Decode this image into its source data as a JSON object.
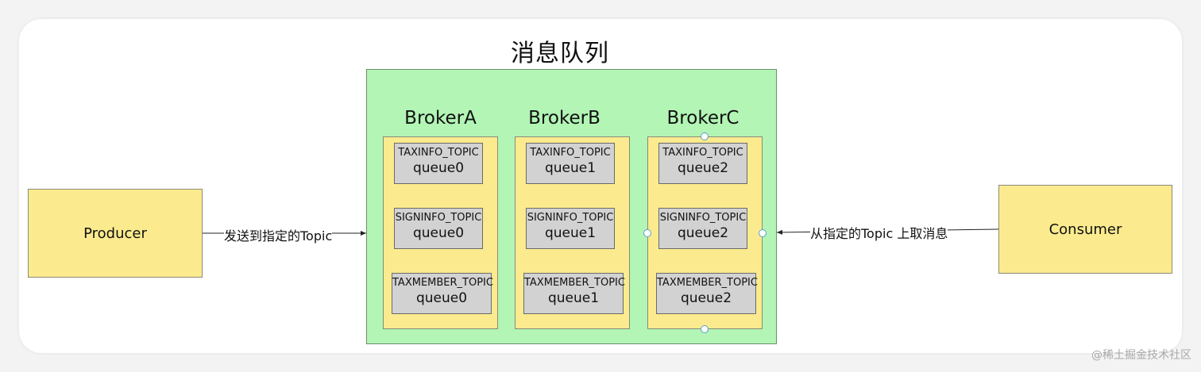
{
  "title": "消息队列",
  "producer": {
    "label": "Producer"
  },
  "consumer": {
    "label": "Consumer"
  },
  "edges": {
    "send_label": "发送到指定的Topic",
    "fetch_label": "从指定的Topic 上取消息"
  },
  "brokers": [
    {
      "name": "BrokerA",
      "queues": [
        {
          "topic": "TAXINFO_TOPIC",
          "queue": "queue0"
        },
        {
          "topic": "SIGNINFO_TOPIC",
          "queue": "queue0"
        },
        {
          "topic": "TAXMEMBER_TOPIC",
          "queue": "queue0"
        }
      ]
    },
    {
      "name": "BrokerB",
      "queues": [
        {
          "topic": "TAXINFO_TOPIC",
          "queue": "queue1"
        },
        {
          "topic": "SIGNINFO_TOPIC",
          "queue": "queue1"
        },
        {
          "topic": "TAXMEMBER_TOPIC",
          "queue": "queue1"
        }
      ]
    },
    {
      "name": "BrokerC",
      "queues": [
        {
          "topic": "TAXINFO_TOPIC",
          "queue": "queue2"
        },
        {
          "topic": "SIGNINFO_TOPIC",
          "queue": "queue2"
        },
        {
          "topic": "TAXMEMBER_TOPIC",
          "queue": "queue2"
        }
      ]
    }
  ],
  "watermark": "@稀土掘金技术社区",
  "colors": {
    "actor_fill": "#fbeb8e",
    "mq_fill": "#b2f5b5",
    "queue_fill": "#d2d2d2"
  }
}
